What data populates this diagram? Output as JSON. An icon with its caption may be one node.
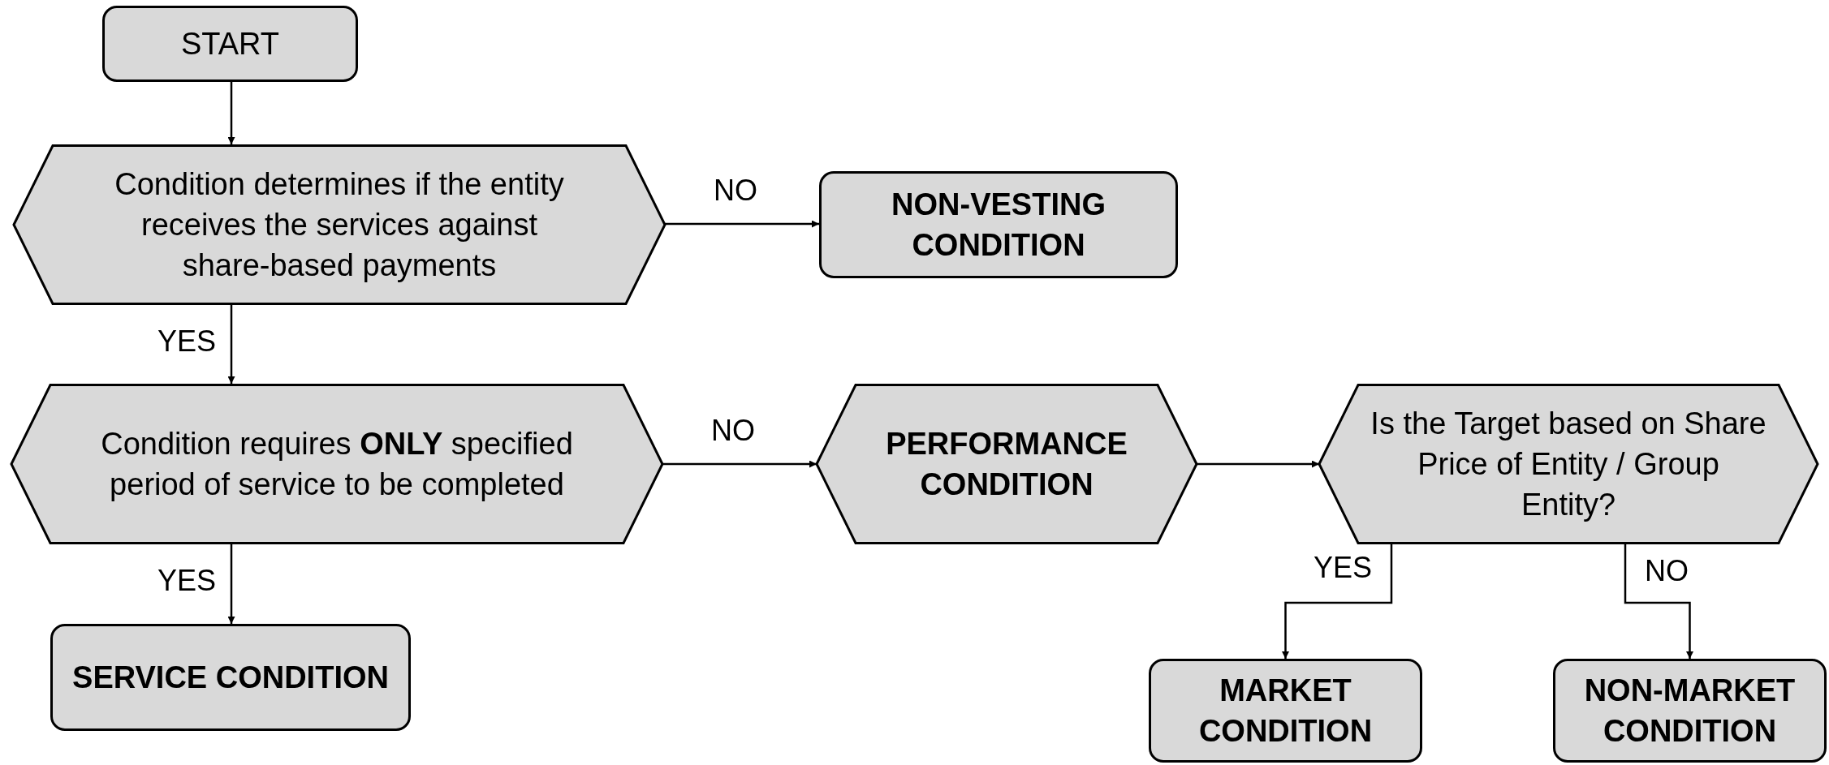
{
  "diagram": {
    "nodes": [
      {
        "text": [
          "START"
        ]
      },
      {
        "text": [
          "Condition determines if the entity receives the services against share-based payments"
        ]
      },
      {
        "text": [
          "NON-VESTING CONDITION"
        ]
      },
      {
        "text": [
          "Condition requires **ONLY** specified period of service to be completed"
        ]
      },
      {
        "text": [
          "PERFORMANCE CONDITION"
        ]
      },
      {
        "text": [
          "Is the Target based on Share Price of Entity / Group Entity?"
        ]
      },
      {
        "text": [
          "SERVICE CONDITION"
        ]
      },
      {
        "text": [
          "MARKET CONDITION"
        ]
      },
      {
        "text": [
          "NON-MARKET CONDITION"
        ]
      }
    ],
    "edges": [
      {
        "from": 0,
        "to": 1,
        "arrow": "to"
      },
      {
        "from": 1,
        "to": 2,
        "arrow": "to",
        "label": "NO"
      },
      {
        "from": 1,
        "to": 3,
        "arrow": "to",
        "label": "YES"
      },
      {
        "from": 3,
        "to": 4,
        "arrow": "to",
        "label": "NO"
      },
      {
        "from": 3,
        "to": 6,
        "arrow": "to",
        "label": "YES"
      },
      {
        "from": 4,
        "to": 5,
        "arrow": "to"
      },
      {
        "from": 5,
        "to": 7,
        "arrow": "to",
        "label": "YES"
      },
      {
        "from": 5,
        "to": 8,
        "arrow": "to",
        "label": "NO"
      }
    ]
  }
}
